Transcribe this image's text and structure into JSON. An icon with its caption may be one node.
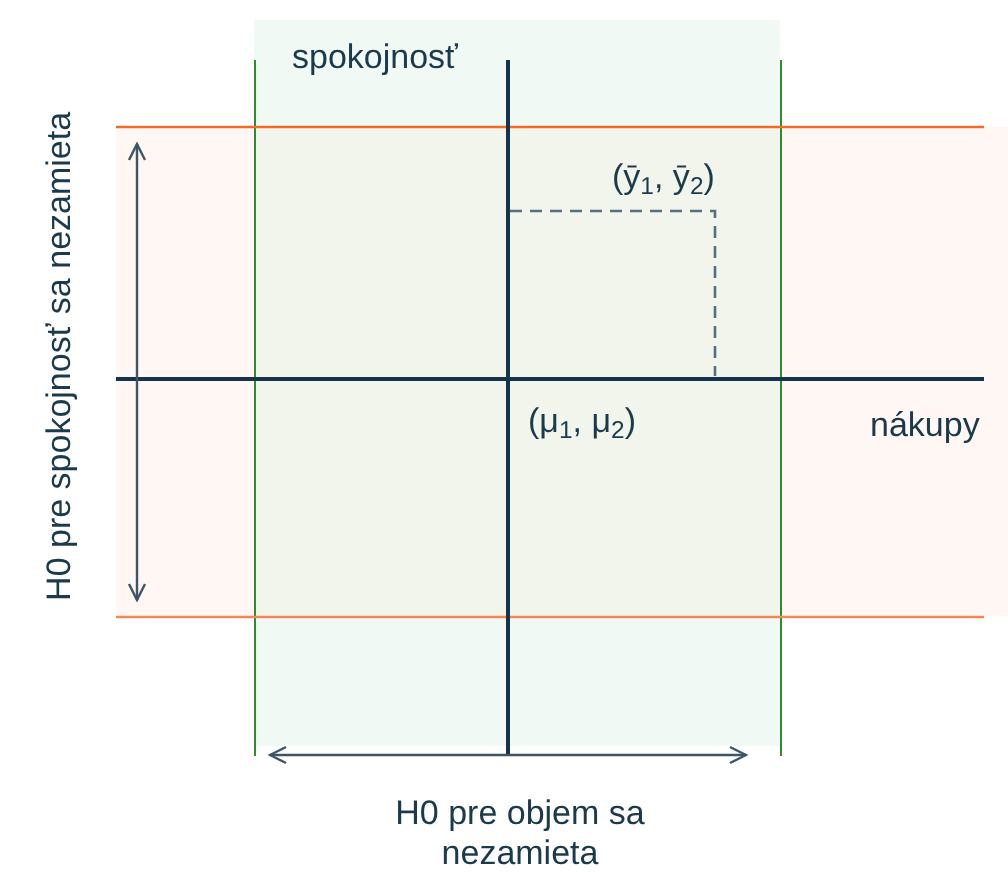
{
  "diagram": {
    "labels": [
      "spokojnosť",
      "(ȳ$_{1}$, ȳ$_{2}$)",
      "(μ$_{1}$, μ$_{2}$)",
      "nákupy",
      "H0 pre spokojnosť sa nezamieta",
      "H0 pre objem sa nezamieta"
    ]
  }
}
